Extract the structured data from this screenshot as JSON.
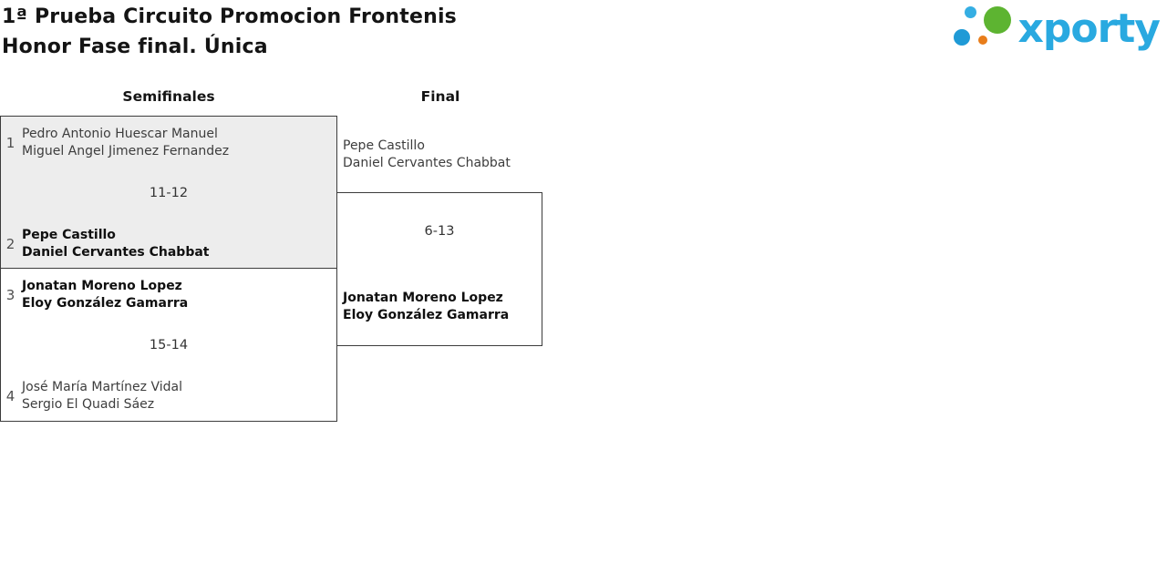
{
  "header": {
    "title_line1": "1ª Prueba Circuito Promocion Frontenis",
    "title_line2": "Honor Fase final. Única",
    "logo_text": "xporty"
  },
  "colors": {
    "brand-blue": "#29a9e0",
    "logo-green": "#5db431",
    "logo-orange": "#e87d1a",
    "logo-lightblue": "#35aee3",
    "logo-darkblue": "#1f9ad6",
    "bracket-border": "#3c3c3c",
    "match-alt-bg": "#ededed",
    "text-dark": "#141414",
    "text-regular": "#3d3d3d",
    "seed-gray": "#4f4f4f"
  },
  "bracket": {
    "round_labels": [
      "Semifinales",
      "Final"
    ],
    "semifinals": [
      {
        "seed_top": "1",
        "team_top_line1": "Pedro Antonio Huescar Manuel",
        "team_top_line2": "Miguel Angel Jimenez Fernandez",
        "score": "11-12",
        "seed_bottom": "2",
        "team_bottom_line1": "Pepe Castillo",
        "team_bottom_line2": "Daniel Cervantes Chabbat",
        "winner": "bottom"
      },
      {
        "seed_top": "3",
        "team_top_line1": "Jonatan Moreno Lopez",
        "team_top_line2": "Eloy González Gamarra",
        "score": "15-14",
        "seed_bottom": "4",
        "team_bottom_line1": "José María Martínez Vidal",
        "team_bottom_line2": "Sergio El Quadi Sáez",
        "winner": "top"
      }
    ],
    "final": {
      "team_top_line1": "Pepe Castillo",
      "team_top_line2": "Daniel Cervantes Chabbat",
      "score": "6-13",
      "team_bottom_line1": "Jonatan Moreno Lopez",
      "team_bottom_line2": "Eloy González Gamarra",
      "winner": "bottom"
    }
  }
}
